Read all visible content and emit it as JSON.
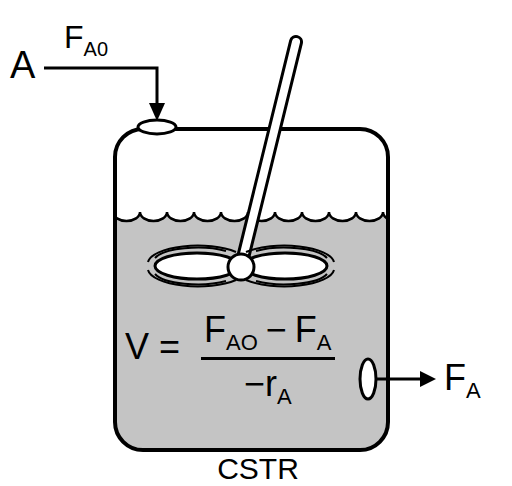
{
  "diagram": {
    "nodes": [
      {
        "text": [
          "V =",
          "F",
          "AO",
          "−",
          "F",
          "A",
          "−r",
          "A",
          "CSTR"
        ]
      }
    ],
    "labels": [
      "A",
      "F",
      "A0",
      "F",
      "A"
    ]
  }
}
